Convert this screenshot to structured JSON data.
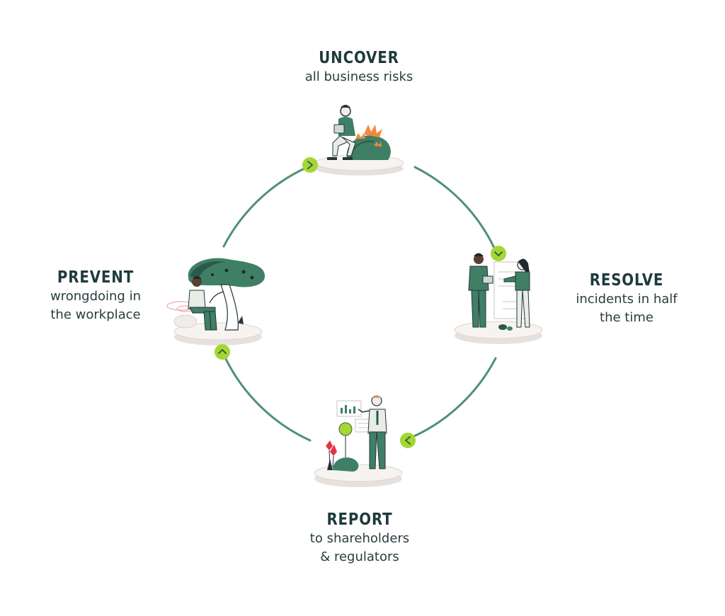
{
  "colors": {
    "ring": "#4f8f7c",
    "arrow_badge": "#a5d633",
    "arrow_stroke": "#2f6a3a",
    "figure_green": "#3f7f66",
    "dark_green": "#2b5a4a",
    "accent_orange": "#f08a3a",
    "accent_red": "#e2354a",
    "title": "#1f3a3d"
  },
  "stages": {
    "uncover": {
      "title": "UNCOVER",
      "description": "all business risks",
      "arrow": "chevron-right-icon",
      "illustration": "person-with-tablet-on-rock-icon"
    },
    "resolve": {
      "title": "RESOLVE",
      "description": "incidents in half\nthe time",
      "arrow": "chevron-down-icon",
      "illustration": "two-people-at-whiteboard-icon"
    },
    "report": {
      "title": "REPORT",
      "description": "to shareholders\n& regulators",
      "arrow": "chevron-left-icon",
      "illustration": "person-presenting-chart-icon"
    },
    "prevent": {
      "title": "PREVENT",
      "description": "wrongdoing in\nthe workplace",
      "arrow": "chevron-up-icon",
      "illustration": "person-sitting-under-tree-icon"
    }
  }
}
